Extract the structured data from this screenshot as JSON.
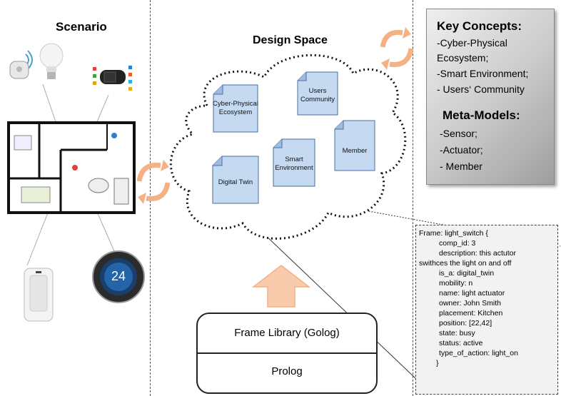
{
  "scenario": {
    "title": "Scenario",
    "thermostat_value": "24"
  },
  "design_space": {
    "title": "Design Space",
    "nodes": {
      "cyber_physical": "Cyber-Physical Ecosystem",
      "users_community": "Users Community",
      "member": "Member",
      "smart_environment": "Smart Environment",
      "digital_twin": "Digital Twin"
    }
  },
  "key_concepts": {
    "heading": "Key Concepts:",
    "lines": [
      "-Cyber-Physical",
      "Ecosystem;",
      "-Smart Environment;",
      "- Users‘ Community"
    ],
    "meta_heading": "Meta-Models:",
    "meta_lines": [
      "-Sensor;",
      "-Actuator;",
      "- Member"
    ]
  },
  "frame": {
    "lines": [
      "Frame: light_switch {",
      "comp_id: 3",
      "description: this actutor",
      "swithces the light on and off",
      "is_a: digital_twin",
      "mobility: n",
      "name: light actuator",
      "owner: John Smith",
      "placement: Kitchen",
      "position: [22,42]",
      "state: busy",
      "status: active",
      "type_of_action: light_on",
      "}"
    ]
  },
  "library": {
    "top": "Frame Library (Golog)",
    "bottom": "Prolog"
  },
  "colors": {
    "doc_fill": "#c5d9f1",
    "doc_stroke": "#4a6fa5",
    "arrow_orange": "#f4b183",
    "arrow_stroke": "#e39b65"
  },
  "icons": [
    "wifi-sensor-icon",
    "light-bulb-icon",
    "fitness-band-icon",
    "floor-plan-icon",
    "air-purifier-icon",
    "thermostat-icon",
    "cycle-arrows-icon",
    "up-arrow-icon"
  ]
}
